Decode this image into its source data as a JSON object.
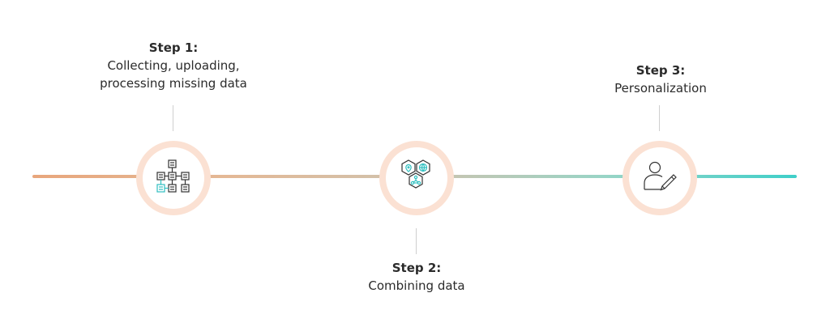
{
  "steps": [
    {
      "title": "Step 1:",
      "description": "Collecting, uploading,\nprocessing missing data",
      "icon": "flowchart-icon"
    },
    {
      "title": "Step 2:",
      "description": "Combining data",
      "icon": "hexagon-network-icon"
    },
    {
      "title": "Step 3:",
      "description": "Personalization",
      "icon": "user-edit-icon"
    }
  ],
  "colors": {
    "line_start": "#e8a67c",
    "line_end": "#3fcfc9",
    "node_ring": "#fbe1d3",
    "icon_stroke": "#333333",
    "icon_accent": "#2fbfc0"
  }
}
